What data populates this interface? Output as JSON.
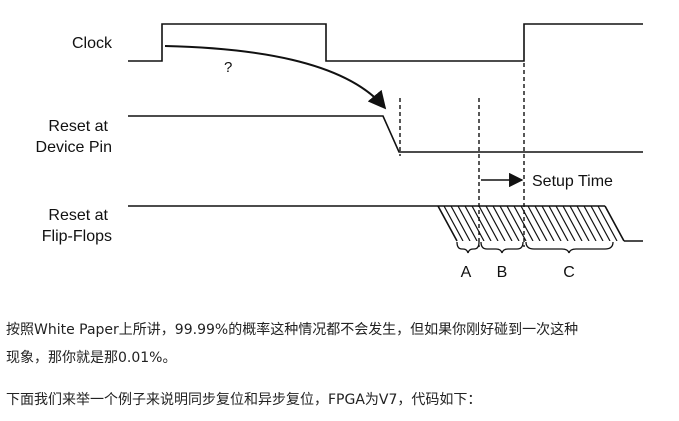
{
  "diagram": {
    "signals": {
      "clock_label": "Clock",
      "reset_pin_label_line1": "Reset at",
      "reset_pin_label_line2": "Device Pin",
      "reset_ff_label_line1": "Reset at",
      "reset_ff_label_line2": "Flip-Flops"
    },
    "annotations": {
      "question_mark": "?",
      "setup_time": "Setup Time",
      "region_a": "A",
      "region_b": "B",
      "region_c": "C"
    },
    "colors": {
      "line": "#111111",
      "background": "#ffffff"
    }
  },
  "article": {
    "paragraph_1_line_1": "按照White Paper上所讲，99.99%的概率这种情况都不会发生，但如果你刚好碰到一次这种",
    "paragraph_1_line_2": "现象，那你就是那0.01%。",
    "paragraph_2": "下面我们来举一个例子来说明同步复位和异步复位，FPGA为V7，代码如下："
  }
}
